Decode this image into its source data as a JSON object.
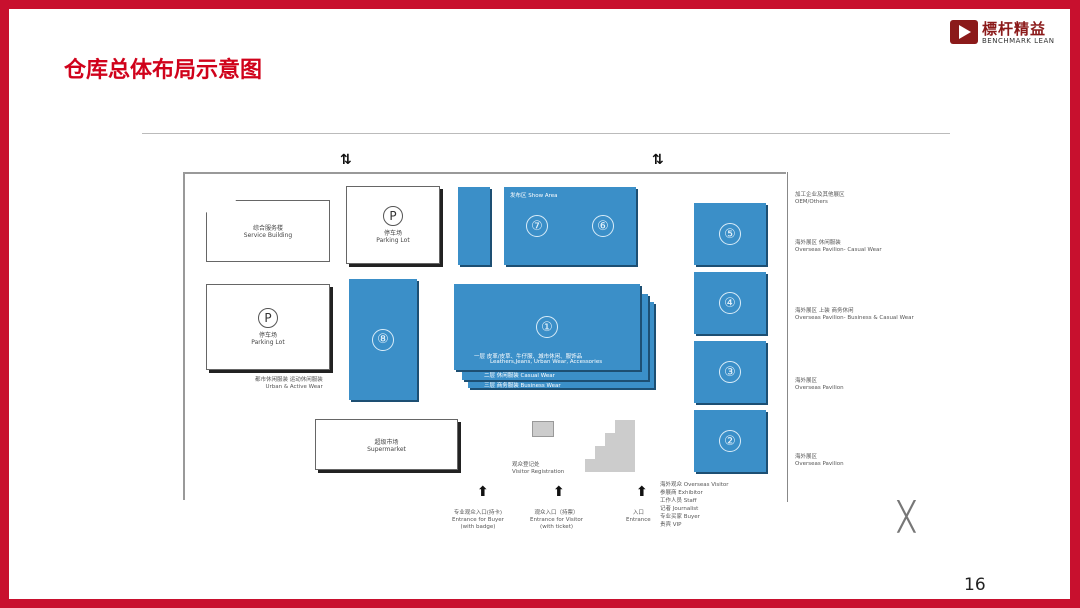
{
  "title": "仓库总体布局示意图",
  "logo": {
    "cn": "標杆精益",
    "en": "BENCHMARK LEAN"
  },
  "page_number": "16",
  "colors": {
    "accent": "#c8102e",
    "hall": "#3b8fc8"
  },
  "map": {
    "service_building": {
      "cn": "综合服务楼",
      "en": "Service Building"
    },
    "parking_top": {
      "icon": "P",
      "cn": "停车场",
      "en": "Parking Lot"
    },
    "parking_left": {
      "icon": "P",
      "cn": "停车场",
      "en": "Parking Lot"
    },
    "supermarket": {
      "cn": "超级市场",
      "en": "Supermarket"
    },
    "halls": [
      {
        "num": "①",
        "floors": [
          "一层 皮革/皮草、牛仔服、城市休闲、服饰品",
          "Leathers,Jeans, Urban Wear, Accessories",
          "二层 休闲服装 Casual Wear",
          "三层 商务服装 Business Wear"
        ]
      },
      {
        "num": "②",
        "label_cn": "海外展区",
        "label_en": "Overseas Pavilion"
      },
      {
        "num": "③",
        "label_cn": "海外展区",
        "label_en": "Overseas Pavilion"
      },
      {
        "num": "④",
        "label_cn": "海外展区 上装 商务休闲",
        "label_en": "Overseas Pavilion- Business & Casual Wear"
      },
      {
        "num": "⑤",
        "label_cn": "海外展区 休闲服装",
        "label_en": "Overseas Pavilion- Casual Wear"
      },
      {
        "num": "⑥"
      },
      {
        "num": "⑦",
        "label": "发布区 Show Area"
      },
      {
        "num": "⑧",
        "label_cn": "都市休闲服装 运动休闲服装",
        "label_en": "Urban & Active Wear"
      }
    ],
    "oem": {
      "cn": "加工企业及其他展区",
      "en": "OEM/Others"
    },
    "visitor_registration": {
      "cn": "观众登记处",
      "en": "Visitor Registration"
    },
    "entrances": [
      {
        "cn": "专业观众入口(持卡)",
        "en": "Entrance for Buyer",
        "en2": "(with badge)"
      },
      {
        "cn": "观众入口（持票）",
        "en": "Entrance for Visitor",
        "en2": "(with ticket)"
      },
      {
        "cn": "入口",
        "en": "Entrance"
      }
    ],
    "legend": [
      "海外观众 Overseas Visitor",
      "参展商 Exhibitor",
      "工作人员 Staff",
      "记者 Journalist",
      "专业买家 Buyer",
      "贵宾 VIP"
    ]
  }
}
